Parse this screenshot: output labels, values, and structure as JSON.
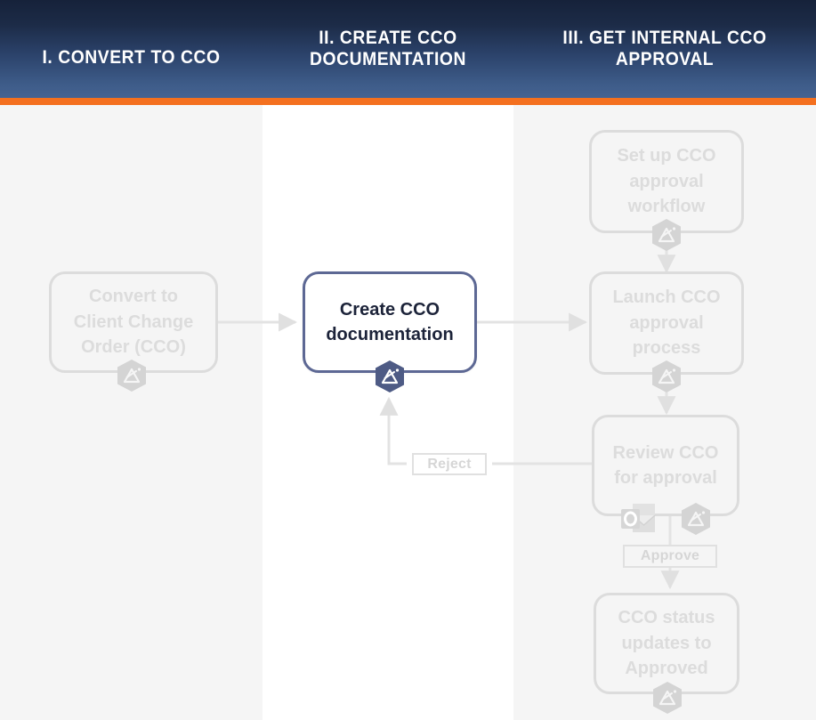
{
  "header": {
    "columns": [
      {
        "title": "I. Convert to CCO"
      },
      {
        "title_line1": "II. Create CCO",
        "title_line2": "documentation"
      },
      {
        "title_line1": "III. Get internal CCO",
        "title_line2": "approval"
      }
    ],
    "accent_color": "#f4701f",
    "gradient_top": "#16223a",
    "gradient_bottom": "#456392"
  },
  "columns": [
    {
      "name": "convert-to-cco",
      "background": "#f5f5f5"
    },
    {
      "name": "create-cco-documentation",
      "background": "#ffffff"
    },
    {
      "name": "get-internal-cco-approval",
      "background": "#f5f5f5"
    }
  ],
  "nodes": [
    {
      "id": "convert-to-cco",
      "text": "Convert to Client Change Order (CCO)",
      "state": "inactive",
      "badges": [
        "diagram-icon"
      ]
    },
    {
      "id": "create-cco-documentation",
      "text": "Create CCO documentation",
      "state": "active",
      "badges": [
        "diagram-icon"
      ]
    },
    {
      "id": "set-up-cco-approval-workflow",
      "text": "Set up CCO approval workflow",
      "state": "inactive",
      "badges": [
        "diagram-icon"
      ]
    },
    {
      "id": "launch-cco-approval-process",
      "text": "Launch CCO approval process",
      "state": "inactive",
      "badges": [
        "diagram-icon"
      ]
    },
    {
      "id": "review-cco-for-approval",
      "text": "Review CCO for approval",
      "state": "inactive",
      "badges": [
        "outlook-icon",
        "diagram-icon"
      ]
    },
    {
      "id": "cco-status-updates-to-approved",
      "text": "CCO status updates to Approved",
      "state": "inactive",
      "badges": [
        "diagram-icon"
      ]
    }
  ],
  "edge_labels": [
    {
      "id": "reject",
      "text": "Reject"
    },
    {
      "id": "approve",
      "text": "Approve"
    }
  ],
  "colors": {
    "active_border": "#5d6894",
    "active_text": "#1c2339",
    "inactive": "#dcdcdc",
    "connector": "#e3e3e3",
    "badge_active": "#5d6894",
    "badge_inactive": "#d4d4d4"
  }
}
